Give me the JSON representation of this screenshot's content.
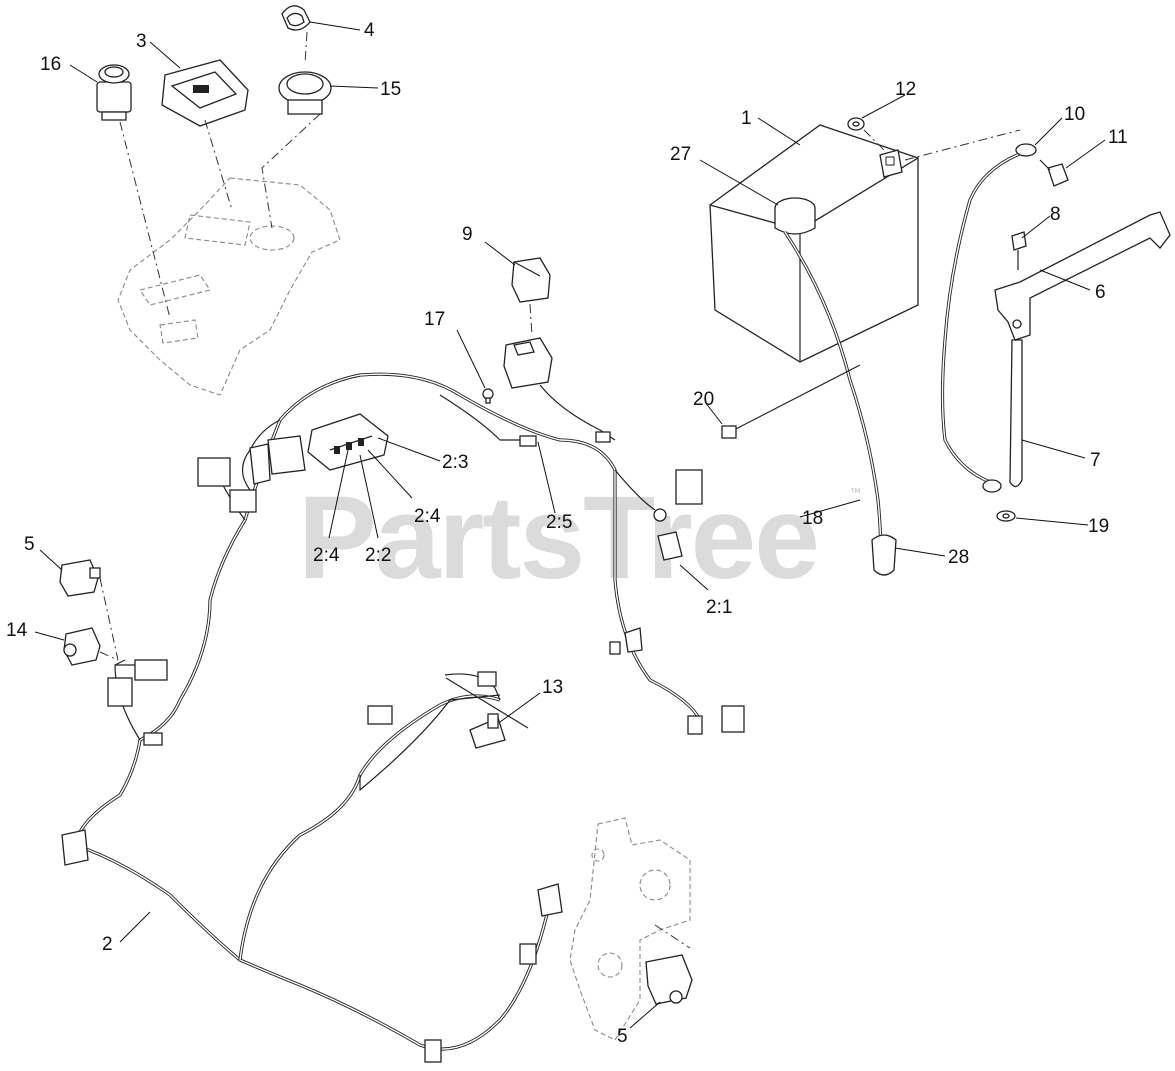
{
  "watermark": {
    "text": "PartsTree",
    "trademark": "™"
  },
  "callouts": [
    {
      "id": "c1",
      "label": "1"
    },
    {
      "id": "c2",
      "label": "2"
    },
    {
      "id": "c2-1",
      "label": "2:1"
    },
    {
      "id": "c2-2",
      "label": "2:2"
    },
    {
      "id": "c2-3",
      "label": "2:3"
    },
    {
      "id": "c2-4a",
      "label": "2:4"
    },
    {
      "id": "c2-4b",
      "label": "2:4"
    },
    {
      "id": "c2-5",
      "label": "2:5"
    },
    {
      "id": "c3",
      "label": "3"
    },
    {
      "id": "c4",
      "label": "4"
    },
    {
      "id": "c5a",
      "label": "5"
    },
    {
      "id": "c5b",
      "label": "5"
    },
    {
      "id": "c6",
      "label": "6"
    },
    {
      "id": "c7",
      "label": "7"
    },
    {
      "id": "c8",
      "label": "8"
    },
    {
      "id": "c9",
      "label": "9"
    },
    {
      "id": "c10",
      "label": "10"
    },
    {
      "id": "c11",
      "label": "11"
    },
    {
      "id": "c12",
      "label": "12"
    },
    {
      "id": "c13",
      "label": "13"
    },
    {
      "id": "c14",
      "label": "14"
    },
    {
      "id": "c15",
      "label": "15"
    },
    {
      "id": "c16",
      "label": "16"
    },
    {
      "id": "c17",
      "label": "17"
    },
    {
      "id": "c18",
      "label": "18"
    },
    {
      "id": "c19",
      "label": "19"
    },
    {
      "id": "c20",
      "label": "20"
    },
    {
      "id": "c27",
      "label": "27"
    },
    {
      "id": "c28",
      "label": "28"
    }
  ]
}
